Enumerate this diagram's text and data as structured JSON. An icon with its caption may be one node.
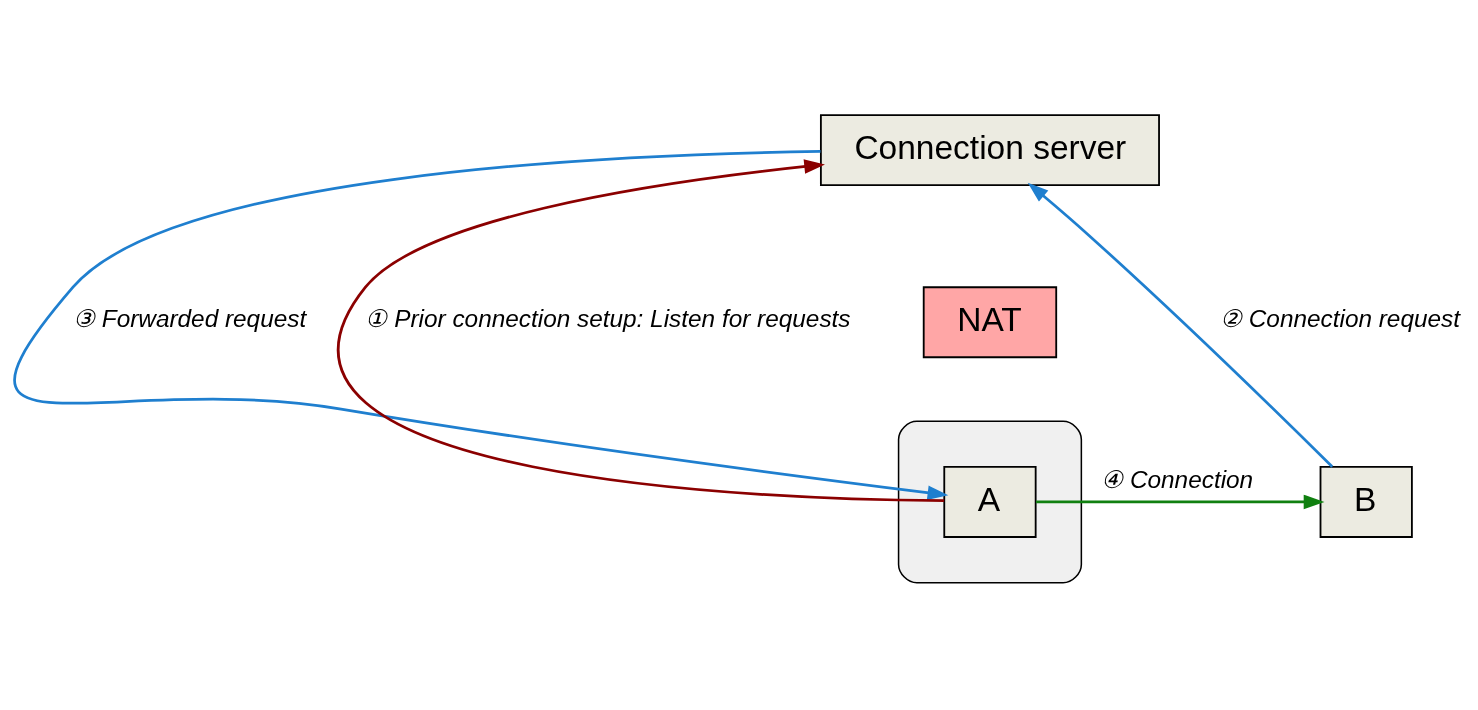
{
  "diagram": {
    "nodes": [
      {
        "text": [
          "Connection server"
        ]
      },
      {
        "text": [],
        "shape": "cloud"
      },
      {
        "text": [
          "NAT"
        ]
      },
      {
        "text": [
          "A"
        ],
        "in": 1
      },
      {
        "text": [
          "B"
        ]
      }
    ],
    "edges": [
      {
        "from": 3,
        "to": 0,
        "arrow": "to",
        "color": "#8b0000",
        "label": "① Prior connection setup: Listen for requests"
      },
      {
        "from": 4,
        "to": 0,
        "arrow": "to",
        "color": "#1f7fcf",
        "label": "② Connection request"
      },
      {
        "from": 0,
        "to": 3,
        "arrow": "to",
        "color": "#1f7fcf",
        "label": "③ Forwarded request"
      },
      {
        "from": 3,
        "to": 4,
        "arrow": "to",
        "color": "#108010",
        "label": "④ Connection"
      }
    ]
  }
}
